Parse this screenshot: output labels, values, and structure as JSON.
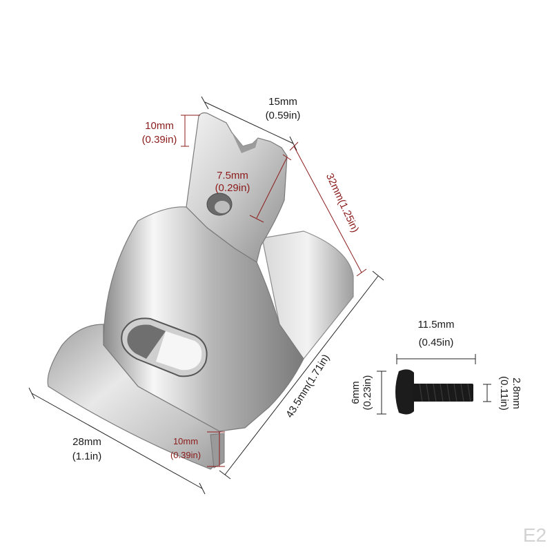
{
  "dimensions": {
    "top_width_mm": "15mm",
    "top_width_in": "(0.59in)",
    "hook_height_mm": "10mm",
    "hook_height_in": "(0.39in)",
    "hole_offset_mm": "7.5mm",
    "hole_offset_in": "(0.29in)",
    "top_length": "32mm(1.25in)",
    "bottom_length": "43.5mm(1.71in)",
    "base_width_mm": "28mm",
    "base_width_in": "(1.1in)",
    "lip_height_mm": "10mm",
    "lip_height_in": "(0.39in)"
  },
  "screw": {
    "length_mm": "11.5mm",
    "length_in": "(0.45in)",
    "head_dia_mm": "6mm",
    "head_dia_in": "(0.23in)",
    "shank_dia_mm": "2.8mm",
    "shank_dia_in": "(0.11in)"
  },
  "watermark": "E2",
  "colors": {
    "dim_red": "#8b1a1a",
    "dim_black": "#1a1a1a",
    "steel_light": "#e6e6e6",
    "steel_dark": "#6e6e6e"
  }
}
